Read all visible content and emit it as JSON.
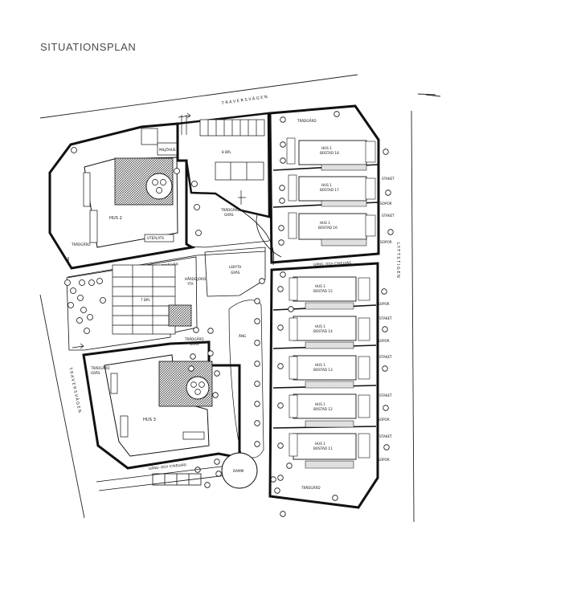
{
  "title": "SITUATIONSPLAN",
  "roads": {
    "north": "TRAVERSVÄGEN",
    "southwest": "TRAVERSVÄGEN",
    "east": "LYFTSTIGEN"
  },
  "buildings": {
    "hus2": "HUS 2",
    "hus3": "HUS 3",
    "houses": [
      {
        "name": "HUS 1",
        "unit": "BOSTAD 18"
      },
      {
        "name": "HUS 1",
        "unit": "BOSTAD 17"
      },
      {
        "name": "HUS 1",
        "unit": "BOSTAD 16"
      },
      {
        "name": "HUS 1",
        "unit": "BOSTAD 15"
      },
      {
        "name": "HUS 1",
        "unit": "BOSTAD 14"
      },
      {
        "name": "HUS 1",
        "unit": "BOSTAD 13"
      },
      {
        "name": "HUS 1",
        "unit": "BOSTAD 12"
      },
      {
        "name": "HUS 1",
        "unit": "BOSTAD 11"
      }
    ]
  },
  "labels": {
    "garden": "TRÄDGÅRD",
    "grass": "GRÄS",
    "patio": "UTEPLATS",
    "parking8": "8 BPL",
    "parking7": "7 BPL",
    "path": "GÅNG- OCH CYKELVÄG",
    "playground": "LEKYTA",
    "playground_grass": "GRÄS",
    "yard1": "HÅRDGJORD",
    "yard2": "YTA",
    "meadow": "ÄNG",
    "pond": "DAMM",
    "bins": "SOPOR",
    "fence": "STAKET",
    "bikes": "FÖRRÅD",
    "storage": "MILJÖHUS"
  }
}
